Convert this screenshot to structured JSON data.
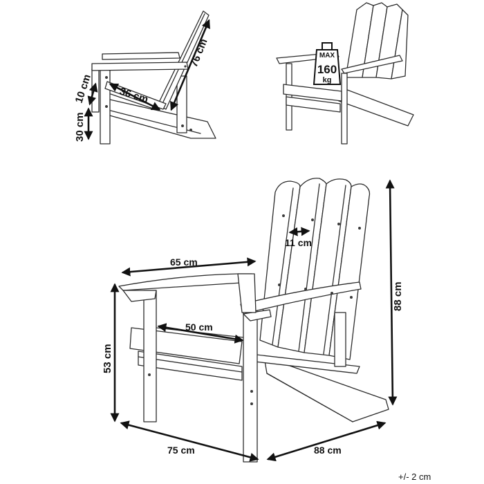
{
  "side_view": {
    "dims": [
      "76 cm",
      "36 cm",
      "10 cm",
      "30 cm"
    ]
  },
  "weight_badge": {
    "max_label": "MAX",
    "value": "160",
    "unit": "kg"
  },
  "main_view": {
    "dims": {
      "slat_width": "11 cm",
      "arm_width": "65 cm",
      "seat_width": "50 cm",
      "height": "88 cm",
      "arm_height": "53 cm",
      "width": "75 cm",
      "depth": "88 cm"
    }
  },
  "tolerance": "+/- 2 cm"
}
